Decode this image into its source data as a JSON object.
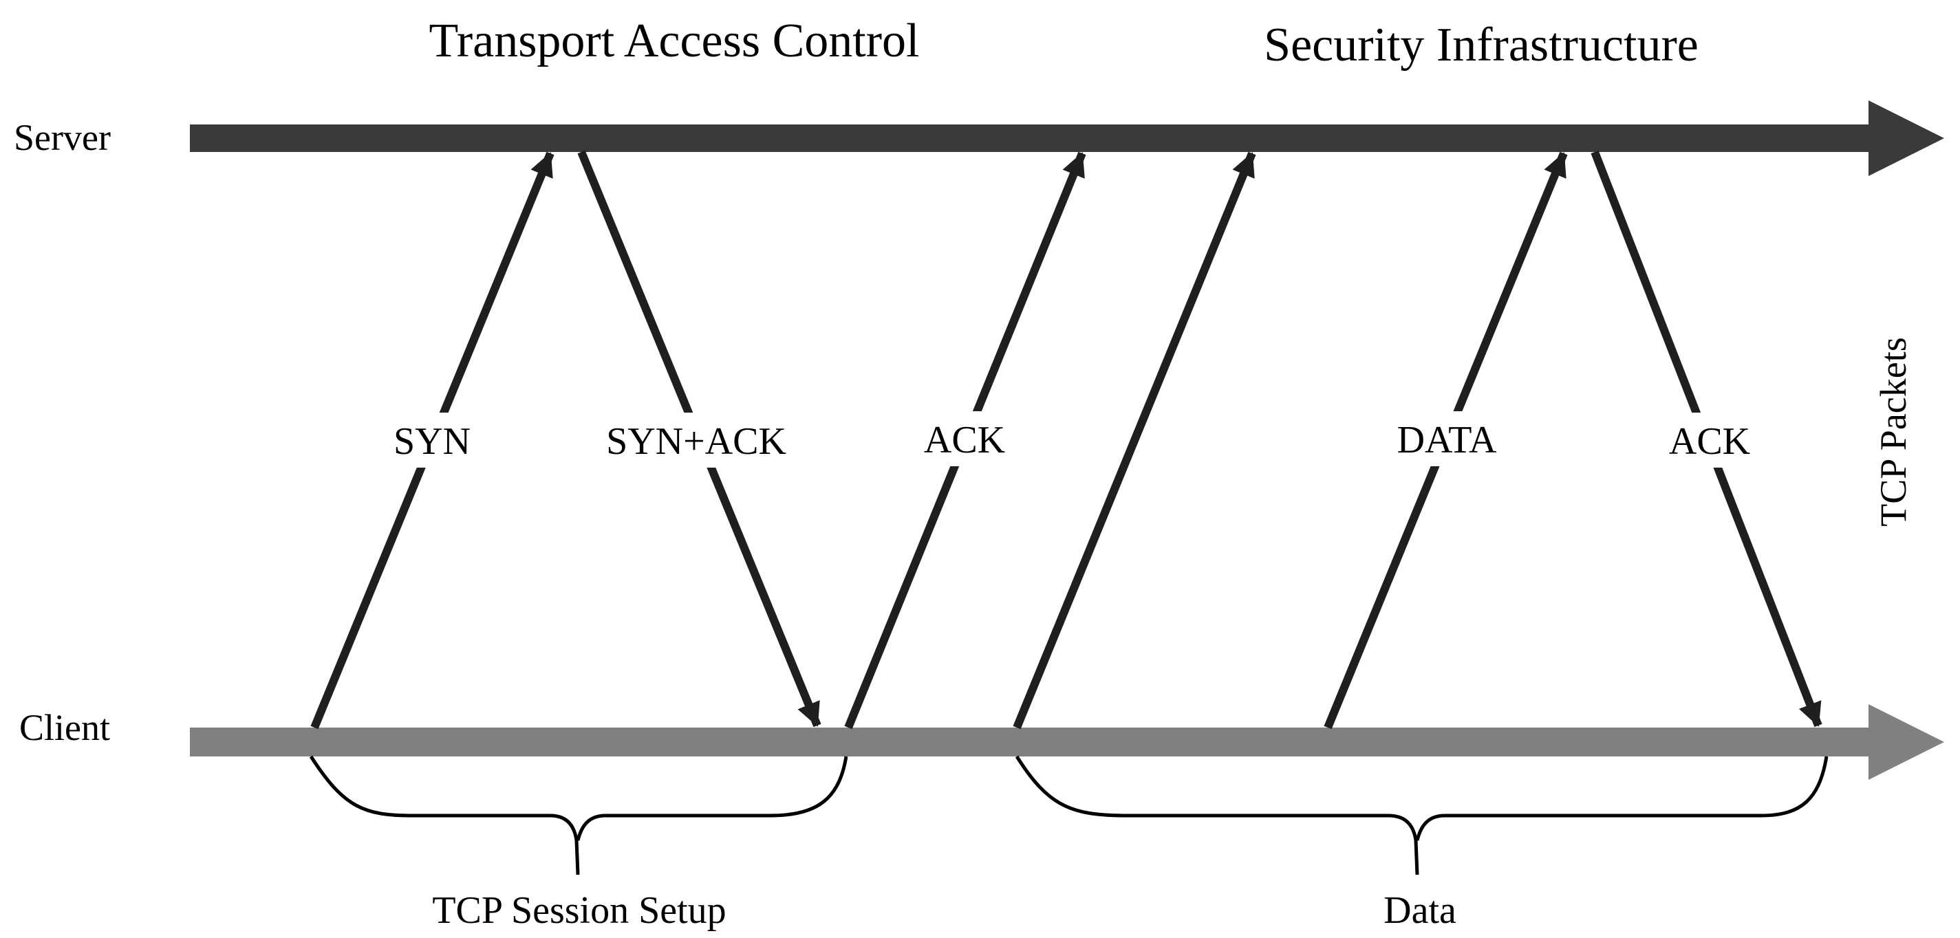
{
  "titles": {
    "left": "Transport Access Control",
    "right": "Security Infrastructure"
  },
  "lanes": {
    "server": {
      "label": "Server",
      "color": "#3a3a3a"
    },
    "client": {
      "label": "Client",
      "color": "#808080"
    }
  },
  "side_label": "TCP Packets",
  "messages": [
    {
      "label": "SYN",
      "direction": "client-to-server"
    },
    {
      "label": "SYN+ACK",
      "direction": "server-to-client"
    },
    {
      "label": "ACK",
      "direction": "client-to-server"
    },
    {
      "label": "",
      "direction": "client-to-server"
    },
    {
      "label": "DATA",
      "direction": "client-to-server"
    },
    {
      "label": "ACK",
      "direction": "server-to-client"
    }
  ],
  "braces": [
    {
      "label": "TCP Session Setup"
    },
    {
      "label": "Data"
    }
  ],
  "colors": {
    "arrow": "#1f1f1f",
    "text": "#000000"
  }
}
